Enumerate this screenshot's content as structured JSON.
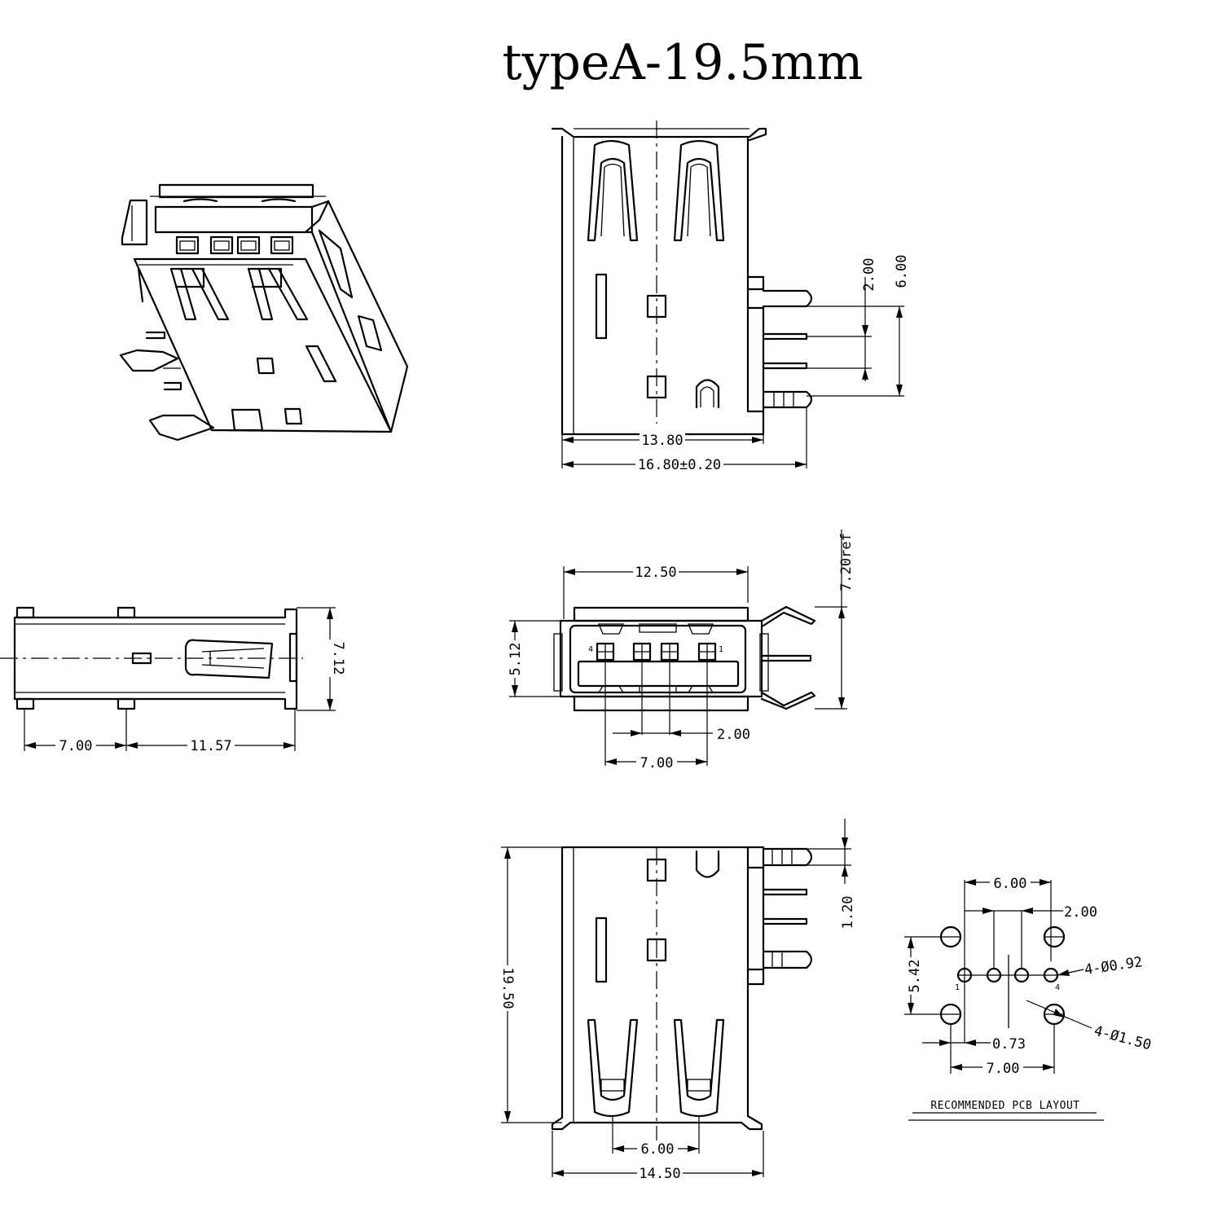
{
  "title": "typeA-19.5mm",
  "top_view": {
    "body_width": "13.80",
    "overall_width": "16.80±0.20",
    "pin_pitch": "2.00",
    "pin_span": "6.00"
  },
  "front_view": {
    "width": "12.50",
    "height": "5.12",
    "ref_height": "7.20ref",
    "contact_pitch": "2.00",
    "contact_span": "7.00",
    "pin_label_left": "4",
    "pin_label_right": "1"
  },
  "side_view": {
    "tab_spacing": "7.00",
    "length": "11.57",
    "height": "7.12"
  },
  "bottom_view": {
    "length": "19.50",
    "width": "14.50",
    "slot_spacing": "6.00",
    "offset": "1.20"
  },
  "pcb_layout": {
    "peg_spacing": "6.00",
    "pin_pitch": "2.00",
    "row_spacing": "5.42",
    "pin_holes": "4-Ø0.92",
    "peg_holes": "4-Ø1.50",
    "offset": "0.73",
    "overall": "7.00",
    "pin1": "1",
    "pin4": "4",
    "caption": "RECOMMENDED PCB LAYOUT"
  }
}
